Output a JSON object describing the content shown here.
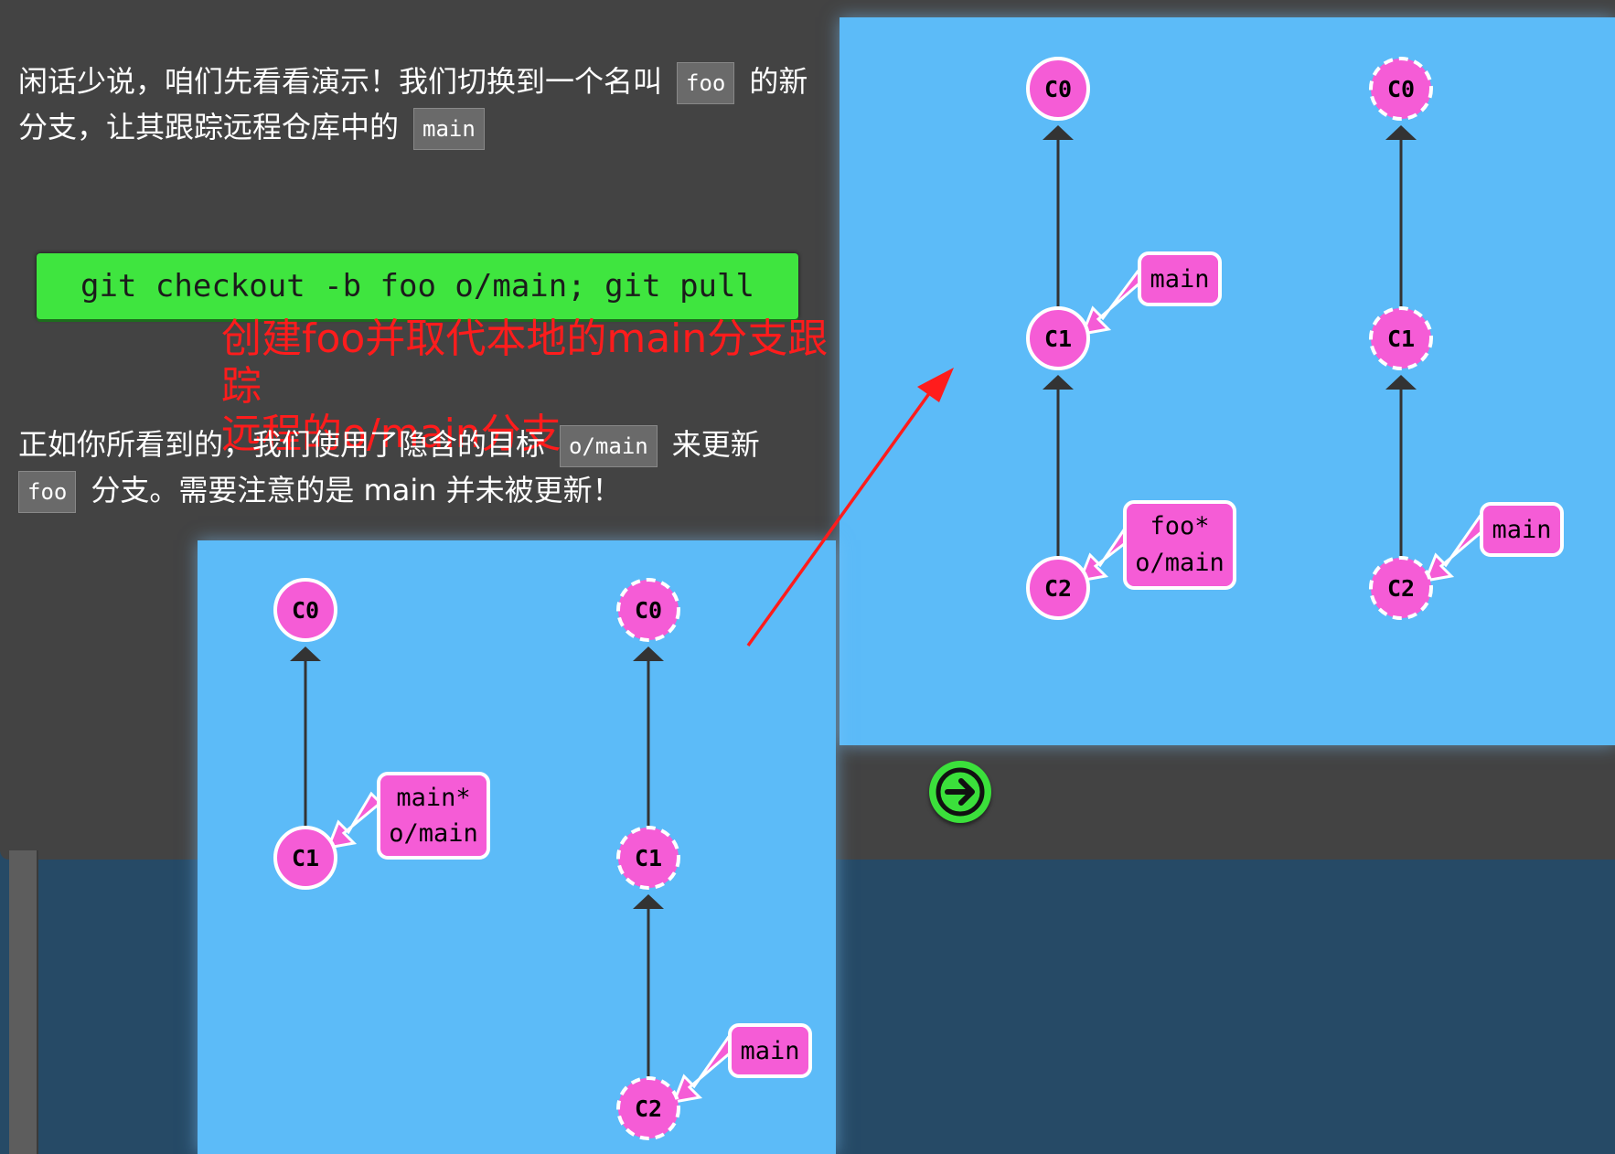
{
  "intro": {
    "text_before_foo": "闲话少说，咱们先看看演示！我们切换到一个名叫",
    "code_foo": "foo",
    "text_after_foo": "的新",
    "line2_text": "分支，让其跟踪远程仓库中的",
    "code_main": "main"
  },
  "command": "git checkout -b foo o/main; git pull",
  "annotation": {
    "line1": "创建foo并取代本地的main分支跟踪",
    "line2": "远程的o/main分支"
  },
  "explanation": {
    "text1": "正如你所看到的，我们使用了隐含的目标",
    "code_o_main": "o/main",
    "text2": "来更新",
    "code_foo": "foo",
    "text3": "分支。需要注意的是 main 并未被更新！"
  },
  "after_view": {
    "local": {
      "c0": "C0",
      "c1": "C1",
      "c2": "C2",
      "label_main": "main",
      "label_foo": "foo*",
      "label_o_main": "o/main"
    },
    "remote": {
      "c0": "C0",
      "c1": "C1",
      "c2": "C2",
      "label_main": "main"
    }
  },
  "before_view": {
    "local": {
      "c0": "C0",
      "c1": "C1",
      "label_main": "main*",
      "label_o_main": "o/main"
    },
    "remote": {
      "c0": "C0",
      "c1": "C1",
      "c2": "C2",
      "label_main": "main"
    }
  },
  "colors": {
    "panel": "#434343",
    "canvas": "#5cbbf8",
    "commit": "#f55cd6",
    "command_bar": "#3fe53f",
    "annotation": "#ff1c1c",
    "background": "#264a66"
  },
  "icons": {
    "next": "arrow-right-circle-icon"
  }
}
